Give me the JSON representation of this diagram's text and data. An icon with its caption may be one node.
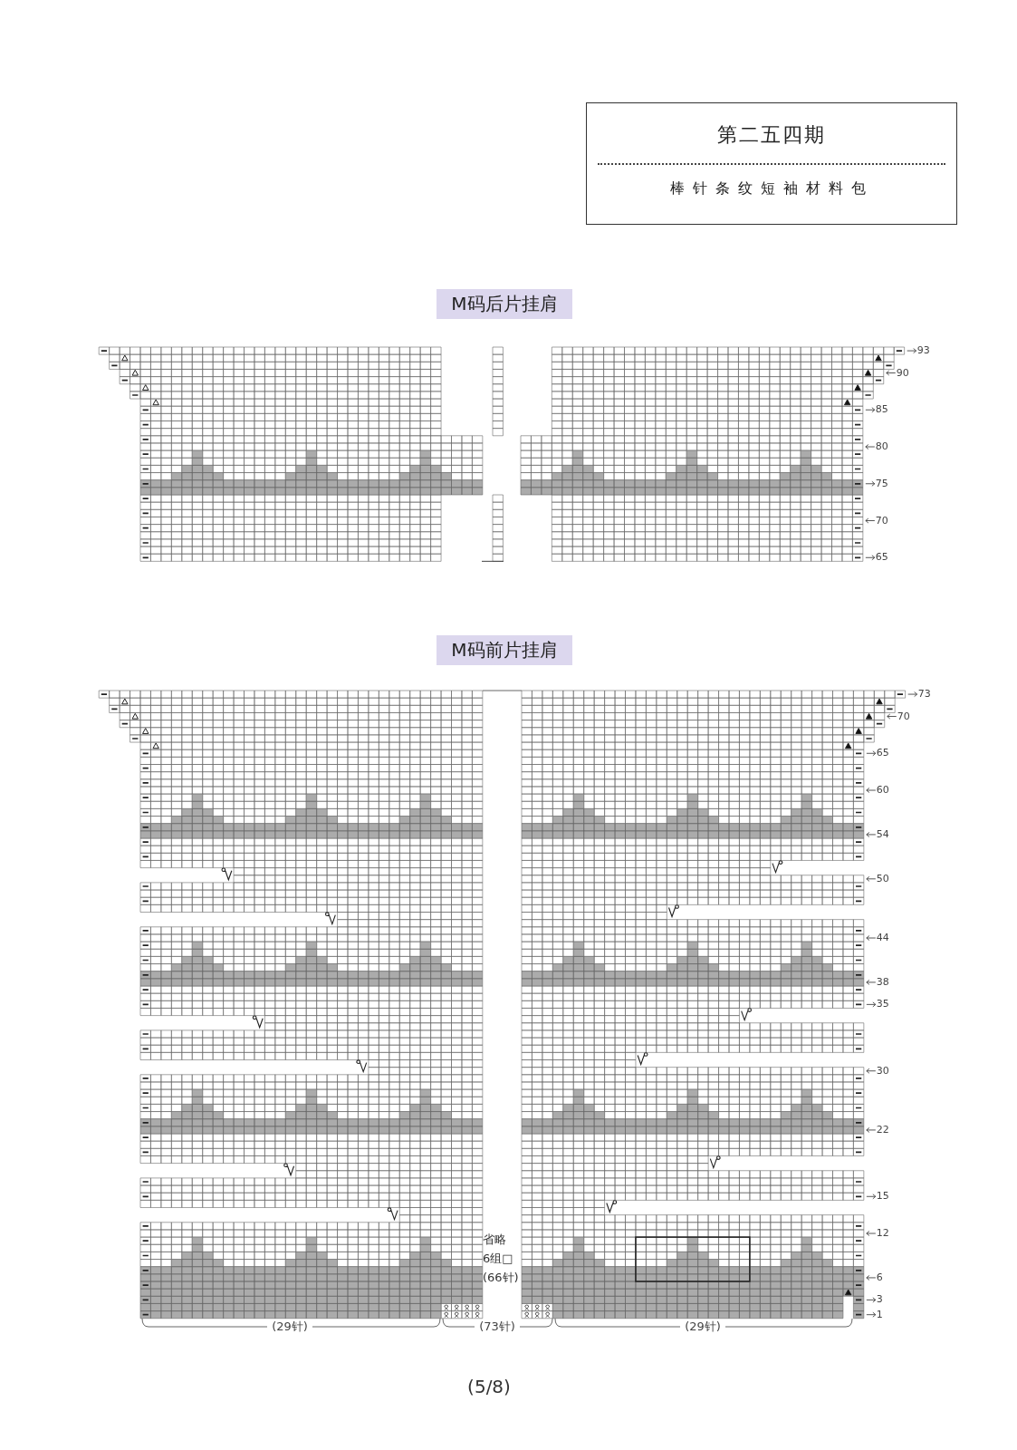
{
  "diagram": {
    "nodes": [
      {
        "text": [
          "第二五四期",
          "棒针条纹短袖材料包"
        ]
      },
      {
        "text": [
          "M码后片挂肩"
        ]
      },
      {
        "text": [
          "M码前片挂肩"
        ]
      }
    ],
    "labels": [
      "93",
      "90",
      "85",
      "80",
      "75",
      "70",
      "65",
      "73",
      "70",
      "65",
      "60",
      "54",
      "50",
      "44",
      "38",
      "35",
      "30",
      "22",
      "15",
      "12",
      "省略",
      "6组□",
      "(66针)",
      "6",
      "3",
      "1",
      "(29针)",
      "(73针)",
      "(29针)",
      "(5/8)"
    ]
  }
}
